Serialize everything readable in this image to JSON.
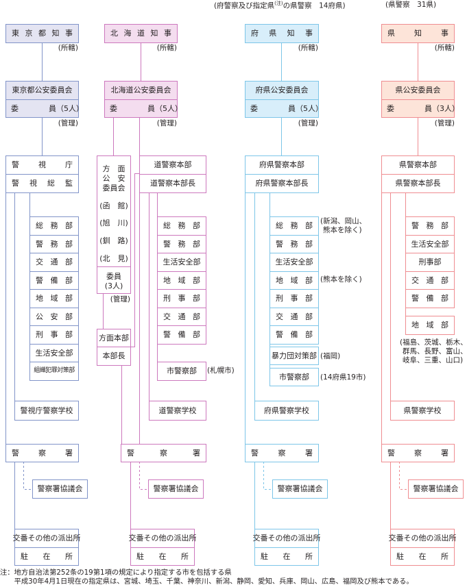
{
  "headers": {
    "prefectural_pre": "(府警察及び指定県",
    "note_mark": "(注)",
    "prefectural_post": "の県警察　14府県)",
    "ken": "(県警察　31県)"
  },
  "tokyo": {
    "governor": "東京都知事",
    "jurisdiction": "(所轄)",
    "commission": "東京都公安委員会",
    "members": "委　　　　員（5人）",
    "management": "(管理)",
    "hq": "警視庁",
    "chief": "警視総監",
    "departments": [
      "総務部",
      "警務部",
      "交通部",
      "警備部",
      "地域部",
      "公安部",
      "刑事部",
      "生活安全部",
      "組織犯罪対策部"
    ],
    "school": "警視庁警察学校",
    "station": "警察署",
    "council": "警察署協議会",
    "koban": "交番その他の派出所",
    "chuzaisho": "駐在所"
  },
  "hokkaido": {
    "governor": "北海道知事",
    "jurisdiction": "(所轄)",
    "commission": "北海道公安委員会",
    "members": "委　　　　員（5人）",
    "management": "(管理)",
    "area_commission": [
      "方　面",
      "公　安",
      "委員会"
    ],
    "areas": [
      "(函　館)",
      "(旭　川)",
      "(釧　路)",
      "(北　見)"
    ],
    "area_members": "委員",
    "area_members_count": "(3人)",
    "area_management": "(管理)",
    "area_hq": "方面本部",
    "area_chief": "本部長",
    "hq": "道警察本部",
    "chief": "道警察本部長",
    "departments": [
      "総務部",
      "警務部",
      "生活安全部",
      "地域部",
      "刑事部",
      "交通部",
      "警備部"
    ],
    "city": "市警察部",
    "city_note": "(札幌市)",
    "school": "道警察学校",
    "station": "警察署",
    "council": "警察署協議会",
    "koban": "交番その他の派出所",
    "chuzaisho": "駐在所"
  },
  "fuken": {
    "governor": "府県知事",
    "jurisdiction": "(所轄)",
    "commission": "府県公安委員会",
    "members": "委　　　　員（5人）",
    "management": "(管理)",
    "hq": "府県警察本部",
    "chief": "府県警察本部長",
    "departments": [
      "総務部",
      "警務部",
      "生活安全部",
      "地域部",
      "刑事部",
      "交通部",
      "警備部"
    ],
    "somu_note": [
      "(新潟、岡山、",
      "熊本を除く)"
    ],
    "chiiki_note": "(熊本を除く)",
    "boryoku": "暴力団対策部",
    "boryoku_note": "(福岡)",
    "city": "市警察部",
    "city_note": "(14府県19市)",
    "school": "府県警察学校",
    "station": "警察署",
    "council": "警察署協議会",
    "koban": "交番その他の派出所",
    "chuzaisho": "駐在所"
  },
  "ken": {
    "governor": "県知事",
    "jurisdiction": "(所轄)",
    "commission": "県公安委員会",
    "members": "委　　　　員（3人）",
    "management": "(管理)",
    "hq": "県警察本部",
    "chief": "県警察本部長",
    "departments": [
      "警務部",
      "生活安全部",
      "刑事部",
      "交通部",
      "警備部"
    ],
    "chiiki": "地域部",
    "chiiki_note": [
      "(福島、茨城、栃木、",
      "群馬、長野、富山、",
      "岐阜、三重、山口)"
    ],
    "school": "県警察学校",
    "station": "警察署",
    "council": "警察署協議会",
    "koban": "交番その他の派出所",
    "chuzaisho": "駐在所"
  },
  "footnote": [
    "注：地方自治法第252条の19第1項の規定により指定する市を包括する県",
    "　　平成30年4月1日現在の指定県は、宮城、埼玉、千葉、神奈川、新潟、静岡、愛知、兵庫、岡山、広島、福岡及び熊本である。"
  ]
}
